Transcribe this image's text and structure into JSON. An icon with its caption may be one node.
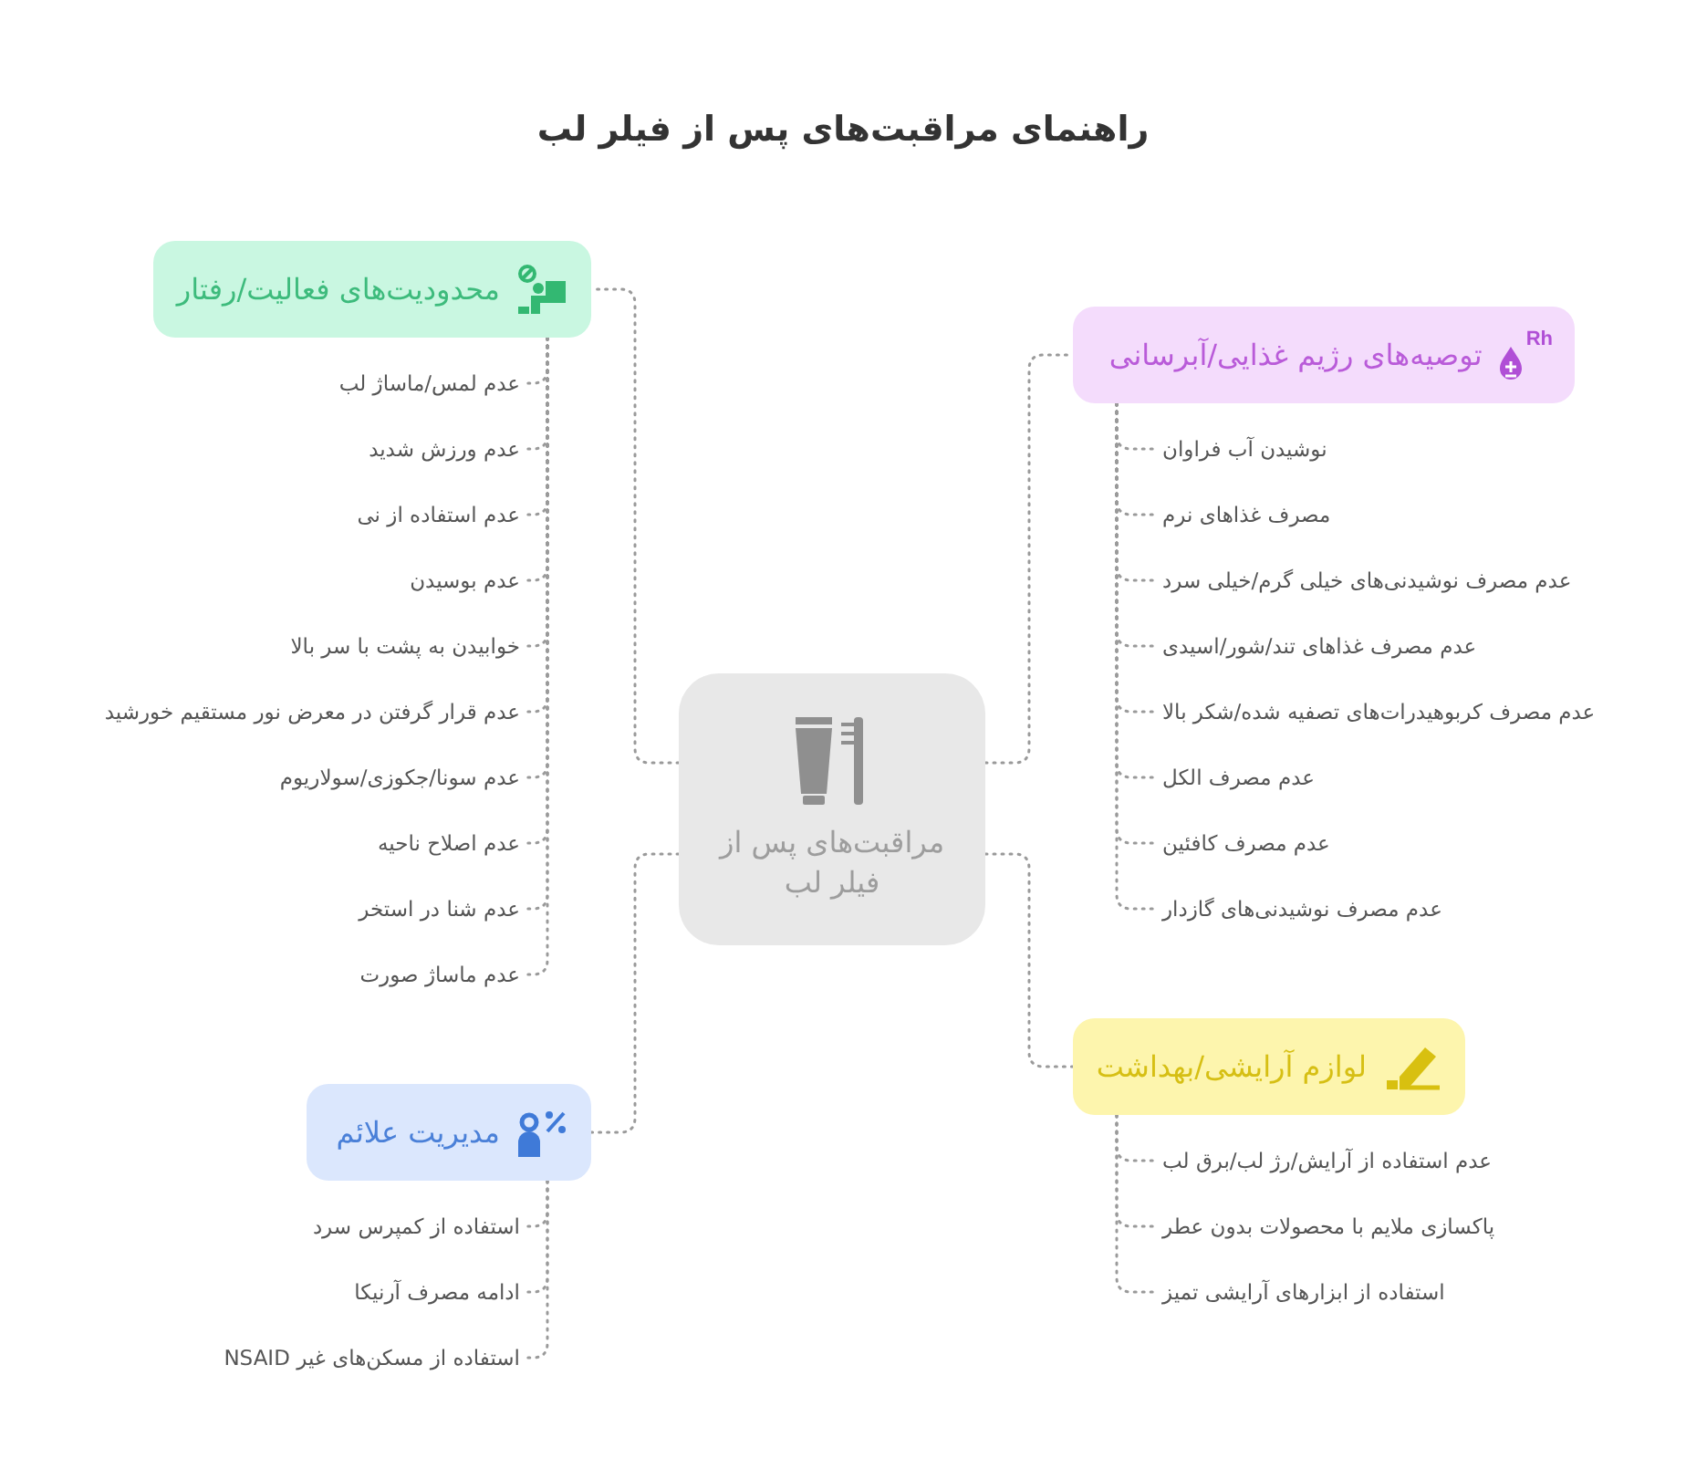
{
  "diagram": {
    "title": "راهنمای مراقبت‌های پس از فیلر لب",
    "nodes": [
      {
        "text": [
          "مراقبت‌های پس از فیلر لب"
        ]
      },
      {
        "text": [
          "محدودیت‌های فعالیت/رفتار"
        ]
      },
      {
        "text": [
          "عدم لمس/ماساژ لب"
        ]
      },
      {
        "text": [
          "عدم ورزش شدید"
        ]
      },
      {
        "text": [
          "عدم استفاده از نی"
        ]
      },
      {
        "text": [
          "عدم بوسیدن"
        ]
      },
      {
        "text": [
          "خوابیدن به پشت با سر بالا"
        ]
      },
      {
        "text": [
          "عدم قرار گرفتن در معرض نور مستقیم خورشید"
        ]
      },
      {
        "text": [
          "عدم سونا/جکوزی/سولاریوم"
        ]
      },
      {
        "text": [
          "عدم اصلاح ناحیه"
        ]
      },
      {
        "text": [
          "عدم شنا در استخر"
        ]
      },
      {
        "text": [
          "عدم ماساژ صورت"
        ]
      },
      {
        "text": [
          "توصیه‌های رژیم غذایی/آبرسانی"
        ]
      },
      {
        "text": [
          "نوشیدن آب فراوان"
        ]
      },
      {
        "text": [
          "مصرف غذاهای نرم"
        ]
      },
      {
        "text": [
          "عدم مصرف نوشیدنی‌های خیلی گرم/خیلی سرد"
        ]
      },
      {
        "text": [
          "عدم مصرف غذاهای تند/شور/اسیدی"
        ]
      },
      {
        "text": [
          "عدم مصرف کربوهیدرات‌های تصفیه شده/شکر بالا"
        ]
      },
      {
        "text": [
          "عدم مصرف الکل"
        ]
      },
      {
        "text": [
          "عدم مصرف کافئین"
        ]
      },
      {
        "text": [
          "عدم مصرف نوشیدنی‌های گازدار"
        ]
      },
      {
        "text": [
          "مدیریت علائم"
        ]
      },
      {
        "text": [
          "استفاده از کمپرس سرد"
        ]
      },
      {
        "text": [
          "ادامه مصرف آرنیکا"
        ]
      },
      {
        "text": [
          "استفاده از مسکن‌های غیر NSAID"
        ]
      },
      {
        "text": [
          "لوازم آرایشی/بهداشت"
        ]
      },
      {
        "text": [
          "عدم استفاده از آرایش/رژ لب/برق لب"
        ]
      },
      {
        "text": [
          "پاکسازی ملایم با محصولات بدون عطر"
        ]
      },
      {
        "text": [
          "استفاده از ابزارهای آرایشی تمیز"
        ]
      }
    ],
    "edges": [
      {
        "from": 0,
        "to": 1,
        "arrow": "none"
      },
      {
        "from": 1,
        "to": 2,
        "arrow": "none"
      },
      {
        "from": 1,
        "to": 3,
        "arrow": "none"
      },
      {
        "from": 1,
        "to": 4,
        "arrow": "none"
      },
      {
        "from": 1,
        "to": 5,
        "arrow": "none"
      },
      {
        "from": 1,
        "to": 6,
        "arrow": "none"
      },
      {
        "from": 1,
        "to": 7,
        "arrow": "none"
      },
      {
        "from": 1,
        "to": 8,
        "arrow": "none"
      },
      {
        "from": 1,
        "to": 9,
        "arrow": "none"
      },
      {
        "from": 1,
        "to": 10,
        "arrow": "none"
      },
      {
        "from": 1,
        "to": 11,
        "arrow": "none"
      },
      {
        "from": 0,
        "to": 12,
        "arrow": "none"
      },
      {
        "from": 12,
        "to": 13,
        "arrow": "none"
      },
      {
        "from": 12,
        "to": 14,
        "arrow": "none"
      },
      {
        "from": 12,
        "to": 15,
        "arrow": "none"
      },
      {
        "from": 12,
        "to": 16,
        "arrow": "none"
      },
      {
        "from": 12,
        "to": 17,
        "arrow": "none"
      },
      {
        "from": 12,
        "to": 18,
        "arrow": "none"
      },
      {
        "from": 12,
        "to": 19,
        "arrow": "none"
      },
      {
        "from": 12,
        "to": 20,
        "arrow": "none"
      },
      {
        "from": 0,
        "to": 21,
        "arrow": "none"
      },
      {
        "from": 21,
        "to": 22,
        "arrow": "none"
      },
      {
        "from": 21,
        "to": 23,
        "arrow": "none"
      },
      {
        "from": 21,
        "to": 24,
        "arrow": "none"
      },
      {
        "from": 0,
        "to": 25,
        "arrow": "none"
      },
      {
        "from": 25,
        "to": 26,
        "arrow": "none"
      },
      {
        "from": 25,
        "to": 27,
        "arrow": "none"
      },
      {
        "from": 25,
        "to": 28,
        "arrow": "none"
      }
    ],
    "labels": [
      "Rh"
    ]
  }
}
